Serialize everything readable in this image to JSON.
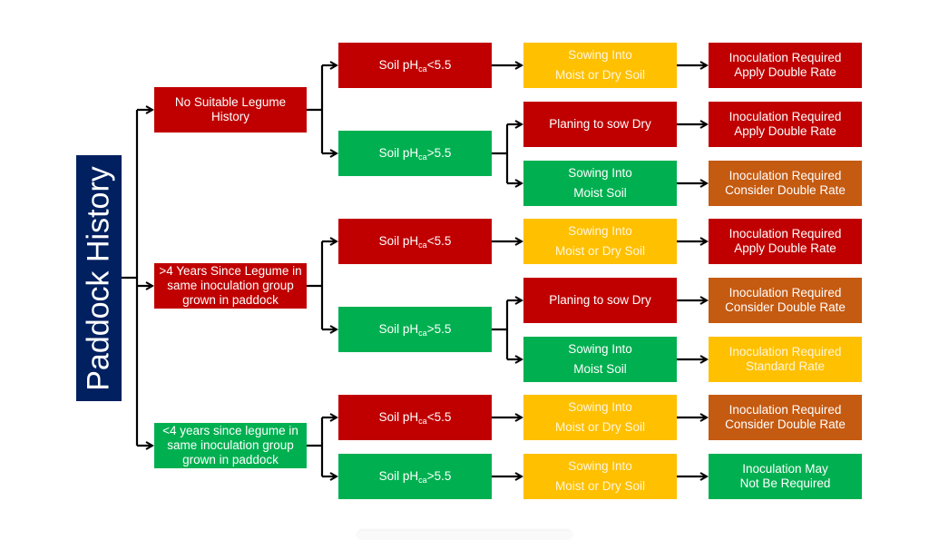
{
  "title": "Paddock History",
  "colors": {
    "red": "#C00000",
    "green": "#00B050",
    "yellow": "#FFC000",
    "orange": "#C55A11",
    "navy": "#002060"
  },
  "level1": [
    {
      "label": "No Suitable Legume History",
      "color": "red"
    },
    {
      "label": ">4 Years Since Legume in same inoculation group grown in paddock",
      "color": "red"
    },
    {
      "label": "<4 years since legume in same inoculation group grown in paddock",
      "color": "green"
    }
  ],
  "soil_ph": {
    "prefix": "Soil pH",
    "subscript": "ca",
    "low": "<5.5",
    "high": ">5.5"
  },
  "sowing": {
    "moist_or_dry_line1": "Sowing Into",
    "moist_or_dry_line2": "Moist or Dry Soil",
    "dry": "Planing to sow Dry",
    "moist_line1": "Sowing Into",
    "moist_line2": "Moist Soil"
  },
  "outcomes": [
    {
      "line1": "Inoculation Required",
      "line2": "Apply Double Rate",
      "color": "red"
    },
    {
      "line1": "Inoculation Required",
      "line2": "Apply Double Rate",
      "color": "red"
    },
    {
      "line1": "Inoculation Required",
      "line2": "Consider Double Rate",
      "color": "orange"
    },
    {
      "line1": "Inoculation Required",
      "line2": "Apply Double Rate",
      "color": "red"
    },
    {
      "line1": "Inoculation Required",
      "line2": "Consider Double Rate",
      "color": "orange"
    },
    {
      "line1": "Inoculation Required",
      "line2": "Standard Rate",
      "color": "yellow"
    },
    {
      "line1": "Inoculation Required",
      "line2": "Consider Double Rate",
      "color": "orange"
    },
    {
      "line1": "Inoculation May",
      "line2": "Not Be Required",
      "color": "green"
    }
  ]
}
